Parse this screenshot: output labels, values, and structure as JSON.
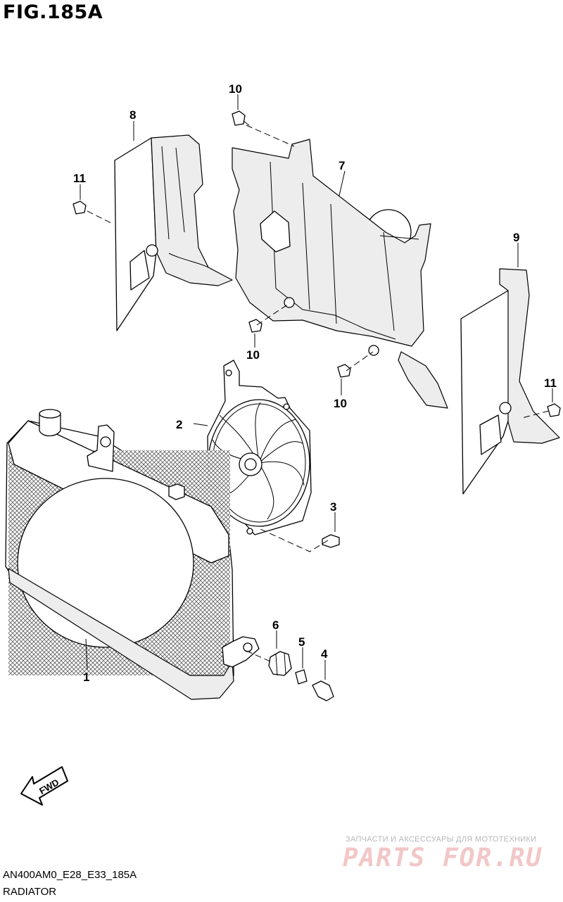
{
  "figure": {
    "title": "FIG.185A"
  },
  "callouts": {
    "c1": "1",
    "c2": "2",
    "c3": "3",
    "c4": "4",
    "c5": "5",
    "c6": "6",
    "c7": "7",
    "c8": "8",
    "c9": "9",
    "c10a": "10",
    "c10b": "10",
    "c10c": "10",
    "c11a": "11",
    "c11b": "11"
  },
  "fwd_label": "FWD",
  "footer": {
    "code": "AN400AM0_E28_E33_185A",
    "name": "RADIATOR"
  },
  "watermark": {
    "subtitle": "ЗАПЧАСТИ И АКСЕССУАРЫ ДЛЯ МОТОТЕХНИКИ",
    "brand": "PARTS FOR.RU"
  }
}
